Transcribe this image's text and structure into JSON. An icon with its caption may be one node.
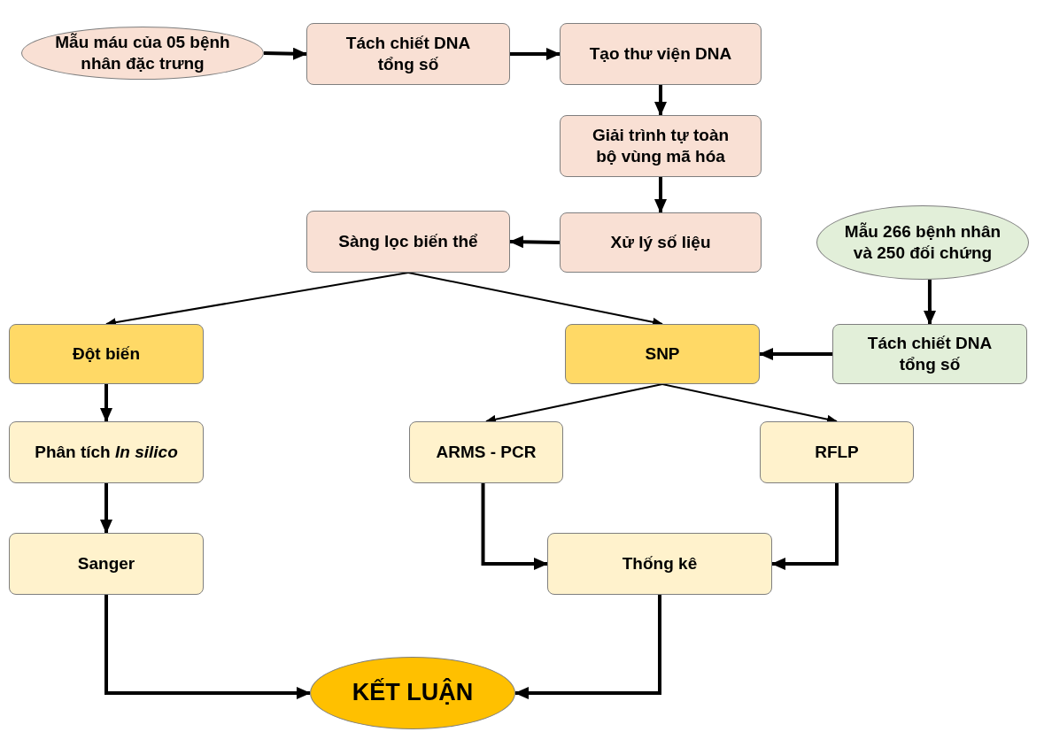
{
  "diagram": {
    "nodes": [
      {
        "text": [
          "Mẫu máu của 05 bệnh nhân đặc trưng"
        ]
      },
      {
        "text": [
          "Tách chiết DNA tổng số"
        ]
      },
      {
        "text": [
          "Tạo thư viện DNA"
        ]
      },
      {
        "text": [
          "Giải trình tự toàn bộ vùng mã hóa"
        ]
      },
      {
        "text": [
          "Xử lý số liệu"
        ]
      },
      {
        "text": [
          "Sàng lọc biến thể"
        ]
      },
      {
        "text": [
          "Mẫu 266 bệnh nhân và 250 đối chứng"
        ]
      },
      {
        "text": [
          "Tách chiết DNA tổng số"
        ]
      },
      {
        "text": [
          "Đột biến"
        ]
      },
      {
        "text": [
          "SNP"
        ]
      },
      {
        "text": [
          "Phân tích *In silico*"
        ]
      },
      {
        "text": [
          "ARMS - PCR"
        ]
      },
      {
        "text": [
          "RFLP"
        ]
      },
      {
        "text": [
          "Sanger"
        ]
      },
      {
        "text": [
          "Thống kê"
        ]
      },
      {
        "text": [
          "KẾT LUẬN"
        ]
      }
    ],
    "edges": [
      {
        "from": 0,
        "to": 1,
        "arrow": "to"
      },
      {
        "from": 1,
        "to": 2,
        "arrow": "to"
      },
      {
        "from": 2,
        "to": 3,
        "arrow": "to"
      },
      {
        "from": 3,
        "to": 4,
        "arrow": "to"
      },
      {
        "from": 4,
        "to": 5,
        "arrow": "to"
      },
      {
        "from": 5,
        "to": 8,
        "arrow": "to"
      },
      {
        "from": 5,
        "to": 9,
        "arrow": "to"
      },
      {
        "from": 6,
        "to": 7,
        "arrow": "to"
      },
      {
        "from": 7,
        "to": 9,
        "arrow": "to"
      },
      {
        "from": 8,
        "to": 10,
        "arrow": "to"
      },
      {
        "from": 10,
        "to": 13,
        "arrow": "to"
      },
      {
        "from": 9,
        "to": 11,
        "arrow": "to"
      },
      {
        "from": 9,
        "to": 12,
        "arrow": "to"
      },
      {
        "from": 11,
        "to": 14,
        "arrow": "to"
      },
      {
        "from": 12,
        "to": 14,
        "arrow": "to"
      },
      {
        "from": 13,
        "to": 15,
        "arrow": "to"
      },
      {
        "from": 14,
        "to": 15,
        "arrow": "to"
      }
    ]
  }
}
